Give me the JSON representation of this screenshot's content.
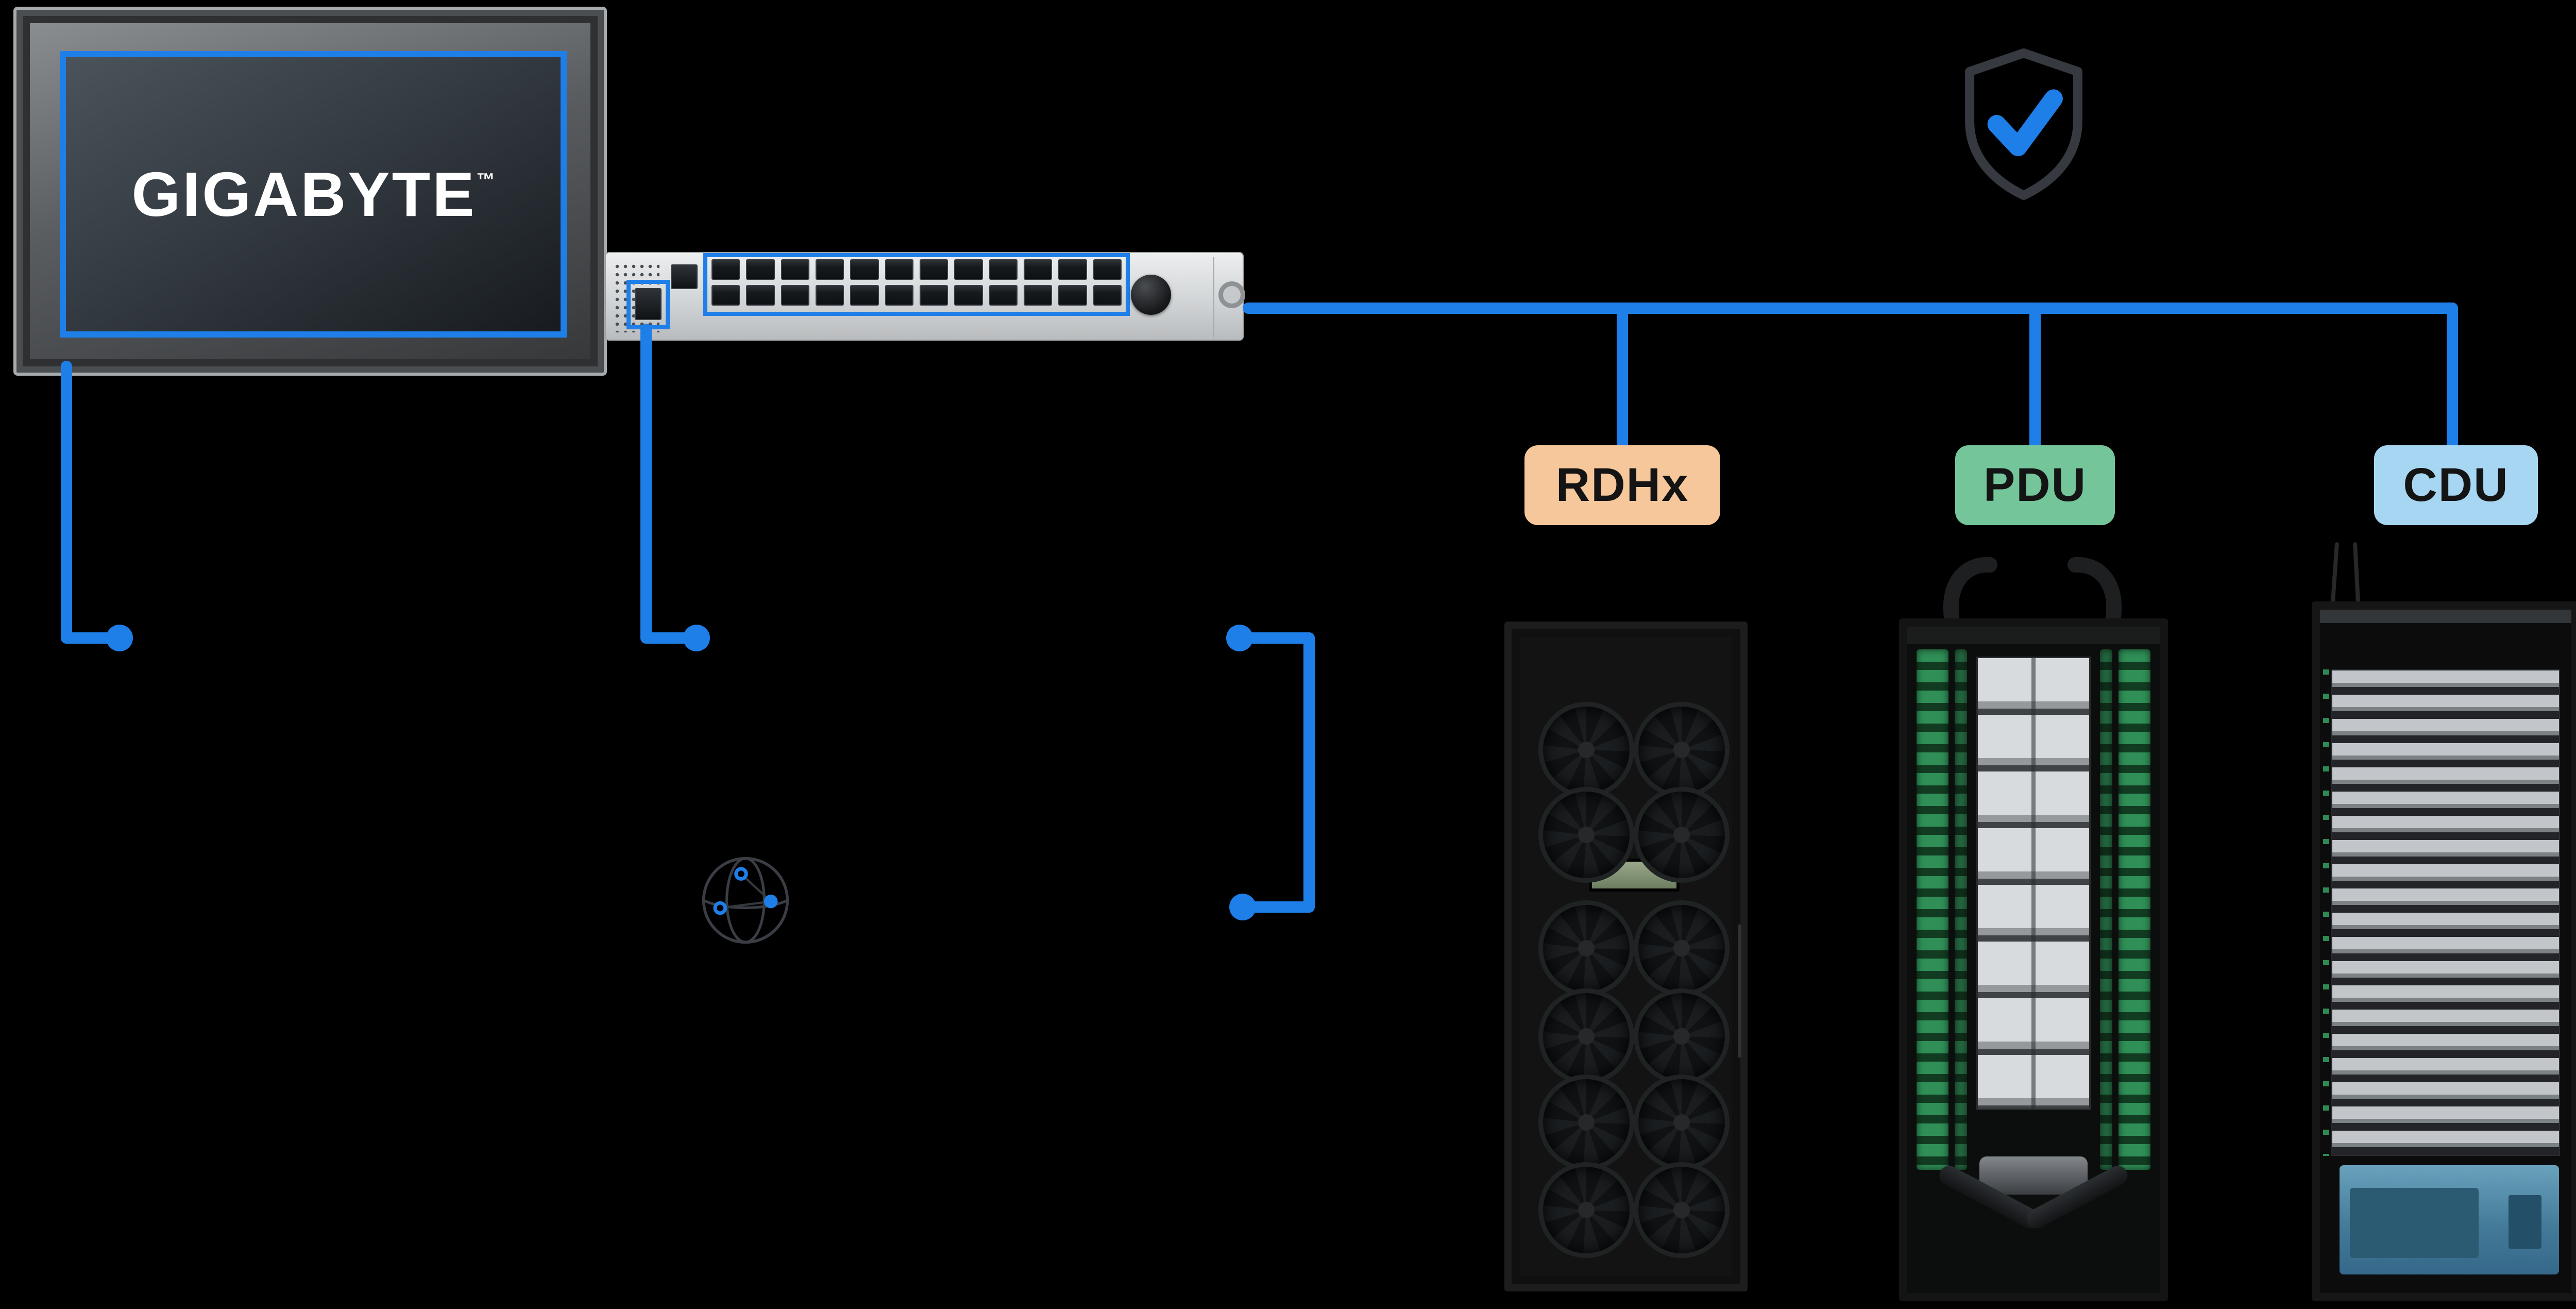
{
  "colors": {
    "accent": "#1e7fe8",
    "badge_rdhx_bg": "#f6c79b",
    "badge_pdu_bg": "#74c59a",
    "badge_cdu_bg": "#a7d6f2",
    "badge_text": "#141414"
  },
  "monitor": {
    "brand": "GIGABYTE",
    "trademark": "™"
  },
  "network_switch": {
    "main_port_count": 24,
    "uplink_port_count": 2
  },
  "badges": [
    {
      "id": "rdhx",
      "label": "RDHx"
    },
    {
      "id": "pdu",
      "label": "PDU"
    },
    {
      "id": "cdu",
      "label": "CDU"
    }
  ],
  "icons": {
    "shield_check": "shield-check",
    "globe_network": "network-globe"
  },
  "equipment": {
    "rdhx": {
      "fan_columns": 2,
      "fan_count": 12
    },
    "pdu": {
      "module_count": 8
    },
    "cdu": {
      "tray_count": 20
    }
  }
}
